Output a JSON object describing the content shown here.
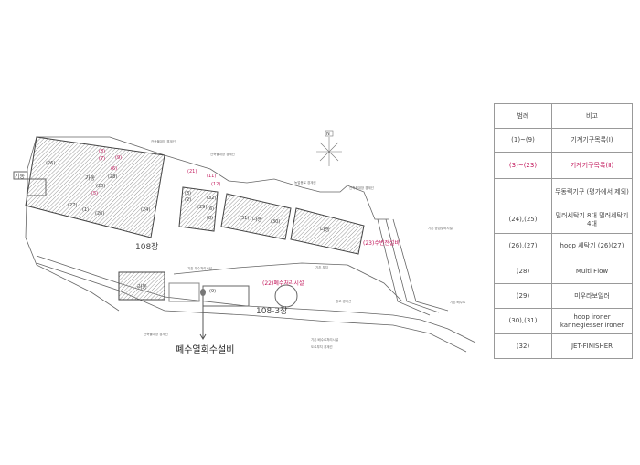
{
  "legend": {
    "header": [
      "범례",
      "비고"
    ],
    "rows": [
      {
        "key": "(1)~(9)",
        "note": "기계기구목록(Ⅰ)",
        "color": "#444444"
      },
      {
        "key": "(3)~(23)",
        "note": "기계기구목록(Ⅱ)",
        "color": "#c2185b"
      },
      {
        "key": "",
        "note": "무동력기구 (평가에서 제외)",
        "color": "#444444"
      },
      {
        "key": "(24),(25)",
        "note": "밀러세탁기 8대 밀러세탁기 4대",
        "color": "#444444"
      },
      {
        "key": "(26),(27)",
        "note": "hoop 세탁기 (26)(27)",
        "color": "#444444"
      },
      {
        "key": "(28)",
        "note": "Multi Flow",
        "color": "#444444"
      },
      {
        "key": "(29)",
        "note": "미우라보일러",
        "color": "#444444"
      },
      {
        "key": "(30),(31)",
        "note": "hoop ironer kannegiesser ironer",
        "color": "#444444"
      },
      {
        "key": "(32)",
        "note": "JET-FINISHER",
        "color": "#444444"
      }
    ]
  },
  "plan": {
    "site_108": "108장",
    "site_108_3": "108-3장",
    "building_ga": "가동",
    "building_na": "나동",
    "building_da": "다동",
    "building_ra": "라동",
    "building_gwa": "기동",
    "wastewater_facility": "(22)폐수처리시설",
    "wastewater_collector": "(23)수변전설비",
    "heat_recovery": "폐수열회수설비",
    "north": "N",
    "red_labels": [
      "(8)",
      "(7)",
      "(9)",
      "(6)",
      "(5)",
      "(21)",
      "(11)",
      "(12)"
    ],
    "black_labels": [
      "(26)",
      "(28)",
      "(25)",
      "(27)",
      "(1)",
      "(26)",
      "(24)",
      "(3)",
      "(2)",
      "(32)",
      "(29)",
      "(6)",
      "(8)",
      "(31)",
      "(30)",
      "(9)"
    ],
    "notes": [
      "건축물대장 경계선",
      "건축물대장 경계선",
      "농업용로 경계선",
      "건축물대장 경계선",
      "기존 공급설비시설",
      "기존 우수처리시설",
      "기존 부지",
      "창고 경계선",
      "기존 배수로",
      "건축물대장 경계선",
      "기존 배수로처리시설",
      "도로부지 경계선"
    ],
    "colors": {
      "red": "#c2185b",
      "line": "#555555",
      "hatch": "#888888"
    }
  }
}
